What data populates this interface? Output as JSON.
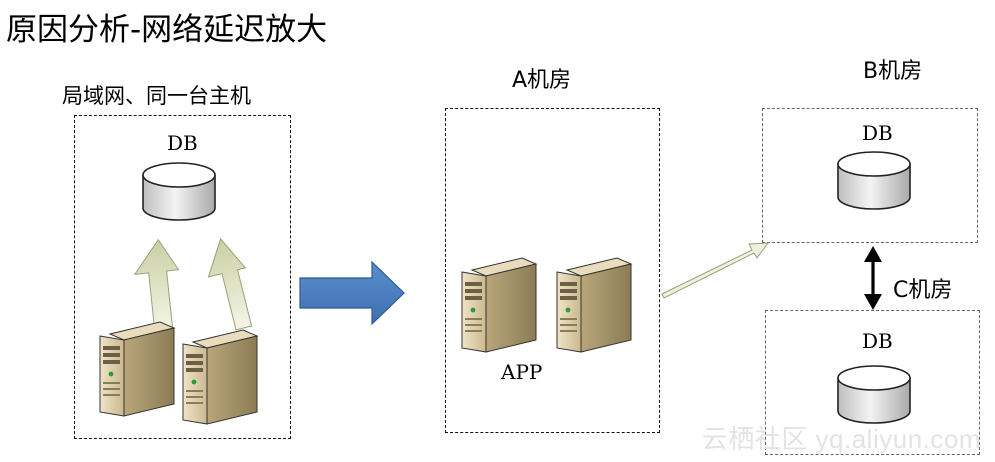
{
  "title": "原因分析-网络延迟放大",
  "left_panel": {
    "caption": "局域网、同一台主机",
    "db_label": "DB"
  },
  "room_a": {
    "caption": "A机房",
    "app_label": "APP"
  },
  "room_b": {
    "caption": "B机房",
    "db_label": "DB"
  },
  "room_c": {
    "caption": "C机房",
    "db_label": "DB"
  },
  "watermark": "云栖社区 yq.aliyun.com"
}
